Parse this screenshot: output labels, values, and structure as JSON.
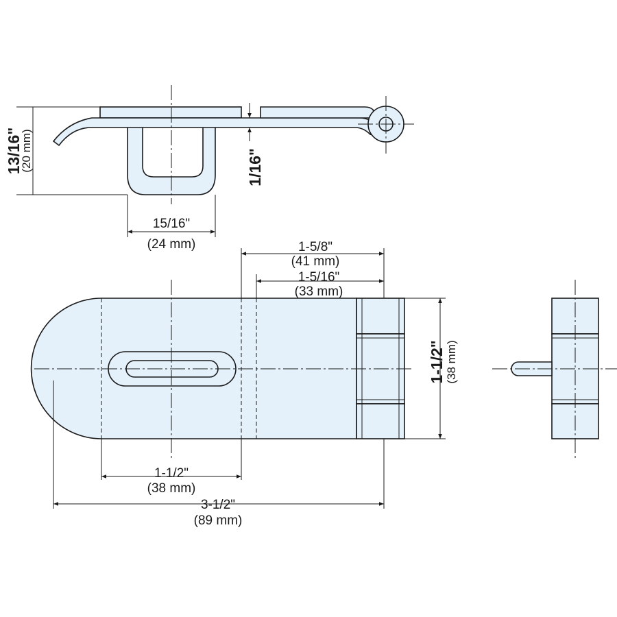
{
  "dimensions": {
    "overall_height": {
      "imperial": "13/16\"",
      "metric": "(20 mm)"
    },
    "thickness": {
      "imperial": "1/16\""
    },
    "staple_width": {
      "imperial": "15/16\"",
      "metric": "(24 mm)"
    },
    "hinge_span": {
      "imperial": "1-5/8\"",
      "metric": "(41 mm)"
    },
    "leaf_span": {
      "imperial": "1-5/16\"",
      "metric": "(33 mm)"
    },
    "width": {
      "imperial": "1-1/2\"",
      "metric": "(38 mm)"
    },
    "slot_center": {
      "imperial": "1-1/2\"",
      "metric": "(38 mm)"
    },
    "overall_length": {
      "imperial": "3-1/2\"",
      "metric": "(89 mm)"
    }
  }
}
